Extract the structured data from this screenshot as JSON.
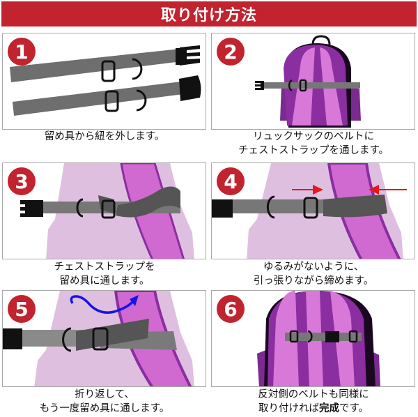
{
  "header": {
    "title": "取り付け方法"
  },
  "colors": {
    "header_red": "#c1232f",
    "strap_gray": "#7a7a7a",
    "strap_dark": "#555555",
    "bag_purple": "#7b2a8f",
    "bag_light": "#d06ad0",
    "bag_pale": "#dfbfe0",
    "arrow_red": "#e8161a",
    "arrow_blue": "#1414e6"
  },
  "steps": [
    {
      "number": "1",
      "line1": "留め具から紐を外します。",
      "line2": ""
    },
    {
      "number": "2",
      "line1": "リュックサックのベルトに",
      "line2": "チェストストラップを通します。"
    },
    {
      "number": "3",
      "line1": "チェストストラップを",
      "line2": "留め具に通します。"
    },
    {
      "number": "4",
      "line1": "ゆるみがないように、",
      "line2": "引っ張りながら締めます。"
    },
    {
      "number": "5",
      "line1": "折り返して、",
      "line2": "もう一度留め具に通します。"
    },
    {
      "number": "6",
      "line1": "反対側のベルトも同様に",
      "line2a": "取り付ければ",
      "line2b": "完成",
      "line2c": "です。"
    }
  ]
}
